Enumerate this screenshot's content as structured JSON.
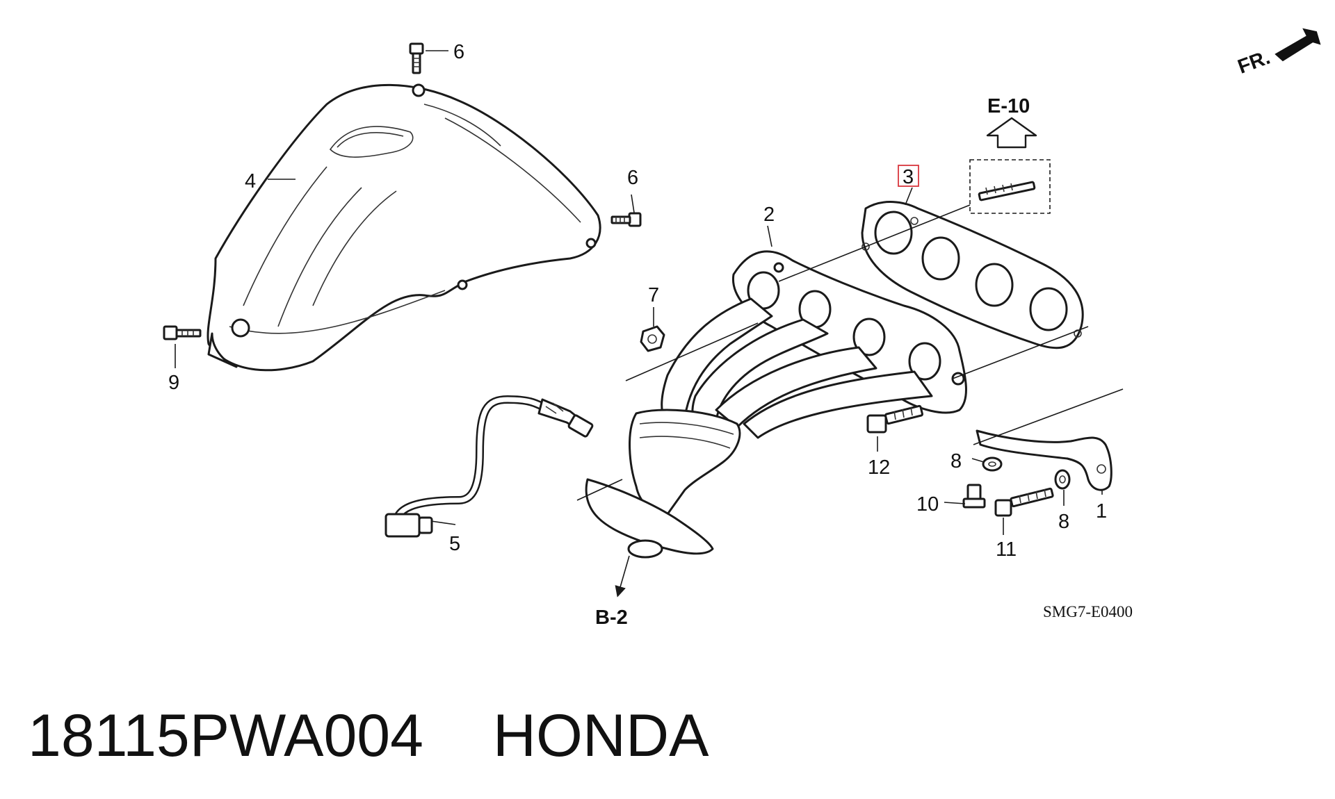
{
  "callouts": {
    "p1": "1",
    "p2": "2",
    "p3": "3",
    "p4": "4",
    "p5": "5",
    "p6_top": "6",
    "p6_right": "6",
    "p7": "7",
    "p8_left": "8",
    "p8_right": "8",
    "p9": "9",
    "p10": "10",
    "p11": "11",
    "p12": "12"
  },
  "refs": {
    "section_up": "E-10",
    "section_down": "B-2",
    "diagram_code": "SMG7-E0400",
    "front_marker": "FR."
  },
  "caption": {
    "part_number": "18115PWA004",
    "brand": "HONDA"
  },
  "colors": {
    "line": "#1a1a1a",
    "highlight_box": "#d9363e",
    "background": "#ffffff"
  }
}
